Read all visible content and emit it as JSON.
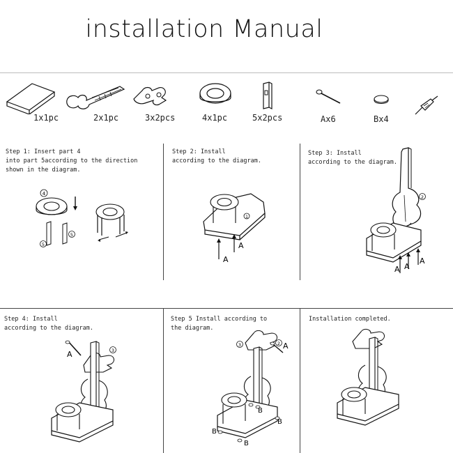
{
  "title": "installation Manual",
  "parts": [
    {
      "label": "1x1pc",
      "icon": "base-board-icon"
    },
    {
      "label": "2x1pc",
      "icon": "violin-panel-icon"
    },
    {
      "label": "3x2pcs",
      "icon": "scroll-piece-icon"
    },
    {
      "label": "4x1pc",
      "icon": "ring-icon"
    },
    {
      "label": "5x2pcs",
      "icon": "post-icon"
    },
    {
      "label": "Ax6",
      "icon": "pin-icon"
    },
    {
      "label": "Bx4",
      "icon": "pad-icon"
    },
    {
      "label": "",
      "icon": "screwdriver-icon"
    }
  ],
  "steps": [
    {
      "lines": [
        "Step 1: Insert part  4",
        "into part 5according to the direction",
        "shown in the diagram."
      ]
    },
    {
      "lines": [
        "Step 2: Install",
        "according to the diagram."
      ]
    },
    {
      "lines": [
        "Step 3: Install",
        "according to the diagram."
      ]
    },
    {
      "lines": [
        "Step 4: Install",
        "according to the diagram."
      ]
    },
    {
      "lines": [
        "Step  5  Install according to",
        "the diagram."
      ]
    },
    {
      "lines": [
        "Installation completed."
      ]
    }
  ],
  "callouts": {
    "num1": "1",
    "num2": "2",
    "num3": "3",
    "num4": "4",
    "num5": "5",
    "A": "A",
    "B": "B"
  }
}
